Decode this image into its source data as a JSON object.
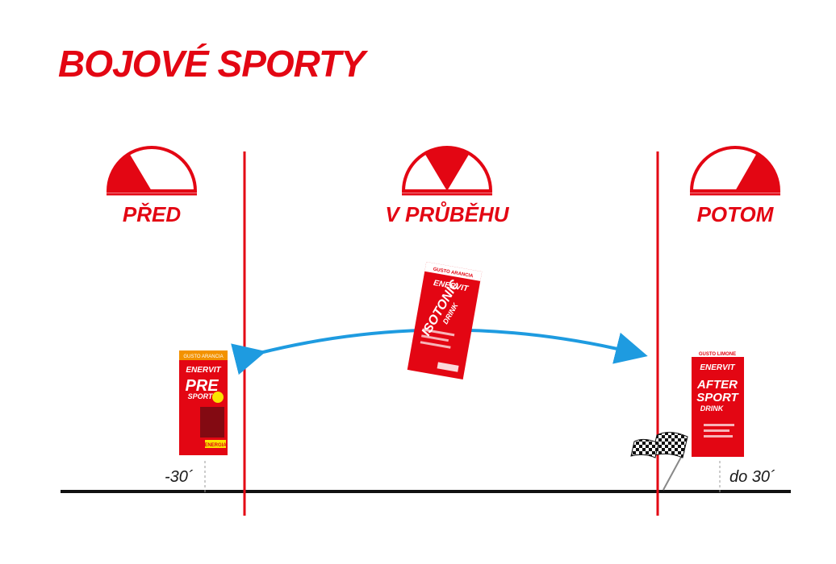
{
  "title": "BOJOVÉ SPORTY",
  "phases": [
    {
      "label": "PŘED"
    },
    {
      "label": "V PRŮBĚHU"
    },
    {
      "label": "POTOM"
    }
  ],
  "time_labels": {
    "before": "-30´",
    "after": "do 30´"
  },
  "products": {
    "pre": {
      "flavor": "GUSTO ARANCIA",
      "brand": "ENERVIT",
      "line1": "PRE",
      "line2": "SPORT",
      "tag": "ENERGIA"
    },
    "isotonic": {
      "flavor": "GUSTO ARANCIA",
      "brand": "ENERVIT",
      "line1": "ISOTONIC",
      "line2": "DRINK"
    },
    "after": {
      "flavor": "GUSTO LIMONE",
      "brand": "ENERVIT",
      "line1": "AFTER",
      "line2": "SPORT",
      "line3": "DRINK"
    }
  },
  "colors": {
    "accent": "#e30613",
    "arrow": "#1e9be0",
    "line": "#111111"
  },
  "icons": [
    "gauge-icon",
    "checkered-flag-icon",
    "double-arrow-icon"
  ]
}
